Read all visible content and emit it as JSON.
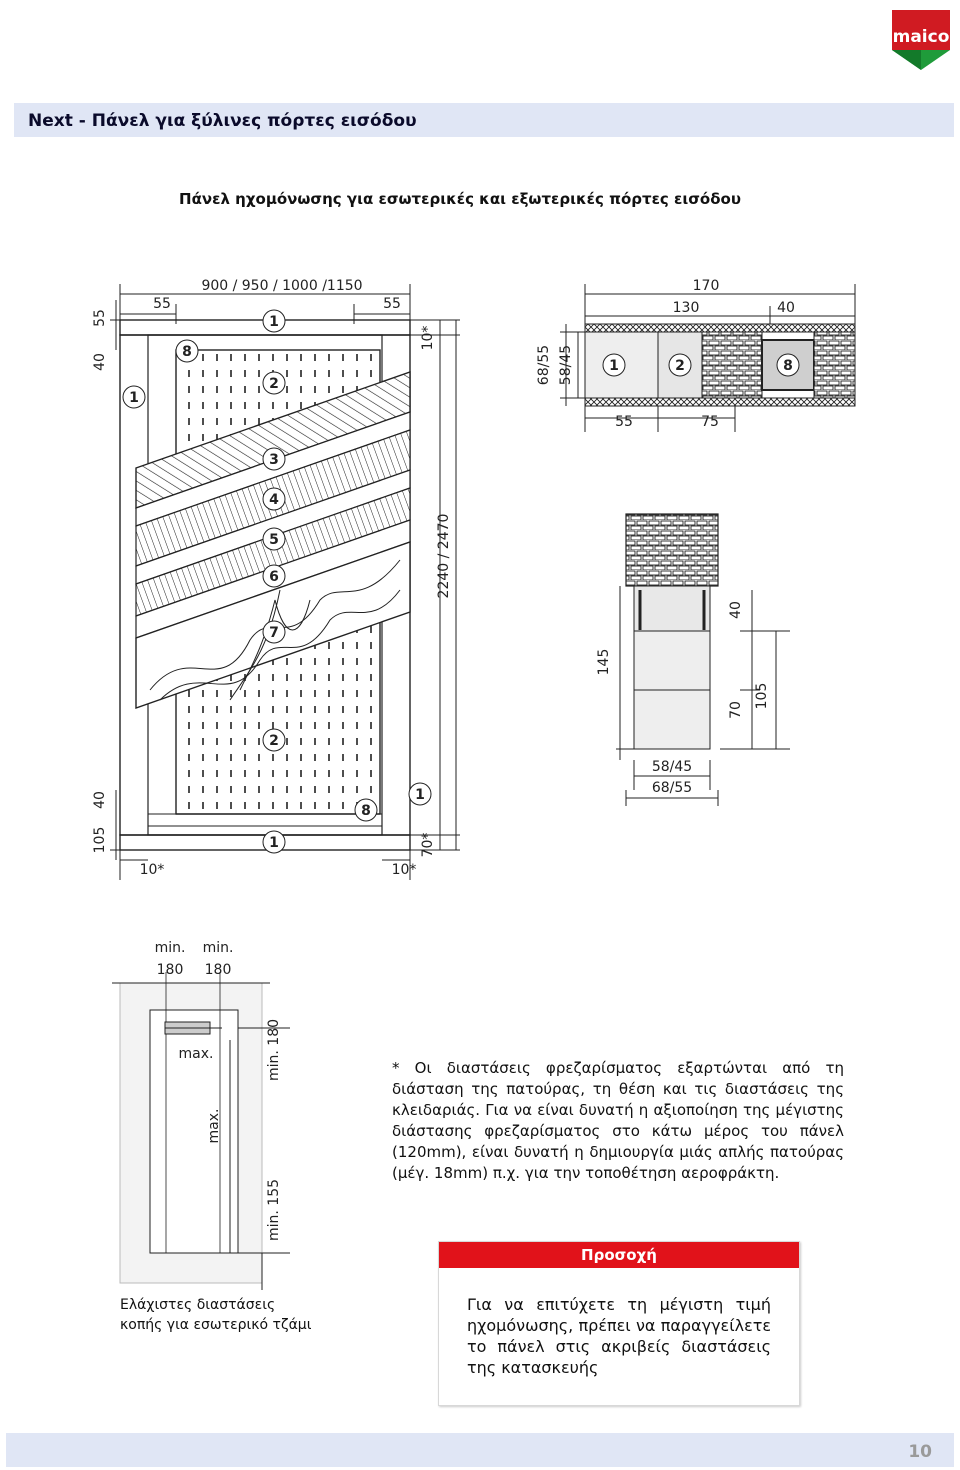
{
  "logo": {
    "text": "maico",
    "colors": {
      "black": "#111111",
      "red": "#d01b22",
      "green": "#1f9b3a",
      "white": "#ffffff"
    }
  },
  "header": {
    "title": "Next  - Πάνελ για ξύλινες πόρτες εισόδου",
    "band_color": "#e0e6f5"
  },
  "subtitle": "Πάνελ ηχομόνωσης για εσωτερικές και εξωτερικές πόρτες εισόδου",
  "door_drawing": {
    "dims": {
      "width": "900 / 950 / 1000 /1150",
      "left_inset": "55",
      "right_inset": "55",
      "top_edge": "55",
      "top_frame": "40",
      "top_gap": "10*",
      "height": "2240 / 2470",
      "bottom_frame": "40",
      "bottom_edge": "105",
      "bottom_gap": "70*",
      "left_gap": "10*",
      "right_gap": "10*"
    },
    "labels": [
      "1",
      "8",
      "2",
      "3",
      "4",
      "5",
      "6",
      "7",
      "2",
      "8",
      "1",
      "1",
      "1"
    ]
  },
  "section_top": {
    "dims": {
      "total": "170",
      "core": "130",
      "right": "40",
      "thick_outer": "68/55",
      "thick_inner": "58/45",
      "bottom_left": "55",
      "bottom_right": "75"
    },
    "labels": [
      "1",
      "2",
      "8"
    ]
  },
  "section_bottom": {
    "dims": {
      "h145": "145",
      "h40": "40",
      "h70": "70",
      "h105": "105",
      "w_inner": "58/45",
      "w_outer": "68/55"
    }
  },
  "glass_diagram": {
    "labels": {
      "min_top_left": "min.",
      "min_top_right": "min.",
      "val_left": "180",
      "val_right": "180",
      "max_h": "max.",
      "max_v": "max.",
      "min_right_top": "min. 180",
      "min_right_bottom": "min. 155"
    }
  },
  "note": "* Οι διαστάσεις φρεζαρίσματος εξαρτώνται από τη διάσταση της πατούρας, τη θέση και τις διαστάσεις της κλειδαριάς. Για να είναι δυνατή η αξιοποίηση της μέγιστης διάστασης φρεζαρίσματος στο κάτω μέρος του πάνελ (120mm), είναι δυνατή η δημιουργία μιάς απλής πατούρας (μέγ. 18mm) π.χ. για την τοποθέτηση αεροφράκτη.",
  "caption": "Ελάχιστες διαστάσεις κοπής για εσωτερικό τζάμι",
  "attention": {
    "title": "Προσοχή",
    "text": "Για να επιτύχετε τη μέγιστη τιμή ηχομόνωσης, πρέπει να παραγγείλετε το πάνελ στις ακριβείς διαστάσεις της κατασκευής",
    "color": "#e1121a"
  },
  "footer": {
    "page_number": "10"
  }
}
